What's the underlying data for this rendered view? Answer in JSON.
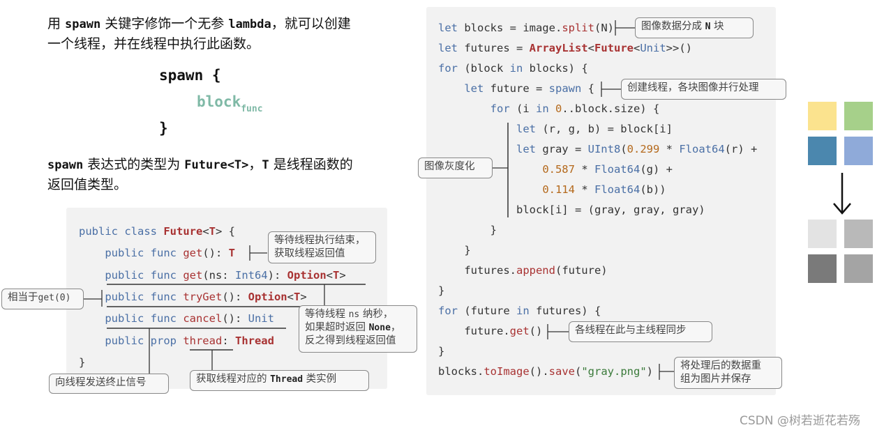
{
  "left": {
    "para1": {
      "prefix": "用 ",
      "code1": "spawn",
      "mid": " 关键字修饰一个无参 ",
      "code2": "lambda",
      "suffix": "，就可以创建",
      "line2": "一个线程，并在线程中执行此函数。"
    },
    "spawn_block": {
      "kw": "spawn {",
      "block": "block",
      "sub": "func",
      "close": "}"
    },
    "para2": {
      "code1": "spawn",
      "mid": " 表达式的类型为 ",
      "code2": "Future<T>",
      "sep": "，",
      "code3": "T",
      "suffix": " 是线程函数的",
      "line2": "返回值类型。"
    },
    "class_code": [
      [
        [
          "kw",
          "public class "
        ],
        [
          "typ",
          "Future"
        ],
        [
          "plain",
          "<"
        ],
        [
          "typ",
          "T"
        ],
        [
          "plain",
          "> {"
        ]
      ],
      [
        [
          "kw",
          "    public func "
        ],
        [
          "mth",
          "get"
        ],
        [
          "plain",
          "(): "
        ],
        [
          "typ",
          "T"
        ]
      ],
      [
        [
          "kw",
          "    public func "
        ],
        [
          "mth",
          "get"
        ],
        [
          "plain",
          "(ns: "
        ],
        [
          "bi",
          "Int64"
        ],
        [
          "plain",
          "): "
        ],
        [
          "typ",
          "Option"
        ],
        [
          "plain",
          "<"
        ],
        [
          "typ",
          "T"
        ],
        [
          "plain",
          ">"
        ]
      ],
      [
        [
          "kw",
          "    public func "
        ],
        [
          "mth",
          "tryGet"
        ],
        [
          "plain",
          "(): "
        ],
        [
          "typ",
          "Option"
        ],
        [
          "plain",
          "<"
        ],
        [
          "typ",
          "T"
        ],
        [
          "plain",
          ">"
        ]
      ],
      [
        [
          "kw",
          "    public func "
        ],
        [
          "mth",
          "cancel"
        ],
        [
          "plain",
          "(): "
        ],
        [
          "bi",
          "Unit"
        ]
      ],
      [
        [
          "kw",
          "    public prop "
        ],
        [
          "mth",
          "thread"
        ],
        [
          "plain",
          ": "
        ],
        [
          "typ",
          "Thread"
        ]
      ],
      [
        [
          "plain",
          "}"
        ]
      ]
    ],
    "notes": {
      "get": [
        "等待线程执行结束，",
        "获取线程返回值"
      ],
      "tryget_prefix": "相当于",
      "tryget_code": "get(0)",
      "get_ns_l1_pre": "等待线程 ",
      "get_ns_l1_code": "ns",
      "get_ns_l1_post": " 纳秒，",
      "get_ns_l2_pre": "如果超时返回 ",
      "get_ns_l2_code": "None",
      "get_ns_l2_post": "，",
      "get_ns_l3": "反之得到线程返回值",
      "cancel": "向线程发送终止信号",
      "thread_pre": "获取线程对应的 ",
      "thread_code": "Thread",
      "thread_post": " 类实例"
    }
  },
  "right": {
    "code": [
      [
        [
          "kw",
          "let "
        ],
        [
          "plain",
          "blocks = image."
        ],
        [
          "mth",
          "split"
        ],
        [
          "plain",
          "(N)"
        ]
      ],
      [
        [
          "kw",
          "let "
        ],
        [
          "plain",
          "futures = "
        ],
        [
          "typ",
          "ArrayList"
        ],
        [
          "plain",
          "<"
        ],
        [
          "typ",
          "Future"
        ],
        [
          "plain",
          "<"
        ],
        [
          "bi",
          "Unit"
        ],
        [
          "plain",
          ">>()"
        ]
      ],
      [
        [
          "kw",
          "for "
        ],
        [
          "plain",
          "(block "
        ],
        [
          "kw",
          "in"
        ],
        [
          "plain",
          " blocks) {"
        ]
      ],
      [
        [
          "kw",
          "    let "
        ],
        [
          "plain",
          "future = "
        ],
        [
          "kw",
          "spawn"
        ],
        [
          "plain",
          " {"
        ]
      ],
      [
        [
          "kw",
          "        for "
        ],
        [
          "plain",
          "(i "
        ],
        [
          "kw",
          "in "
        ],
        [
          "num",
          "0"
        ],
        [
          "plain",
          "..block.size) {"
        ]
      ],
      [
        [
          "kw",
          "            let "
        ],
        [
          "plain",
          "(r, g, b) = block[i]"
        ]
      ],
      [
        [
          "kw",
          "            let "
        ],
        [
          "plain",
          "gray = "
        ],
        [
          "bi",
          "UInt8"
        ],
        [
          "plain",
          "("
        ],
        [
          "num",
          "0.299"
        ],
        [
          "plain",
          " * "
        ],
        [
          "bi",
          "Float64"
        ],
        [
          "plain",
          "(r) +"
        ]
      ],
      [
        [
          "plain",
          "                "
        ],
        [
          "num",
          "0.587"
        ],
        [
          "plain",
          " * "
        ],
        [
          "bi",
          "Float64"
        ],
        [
          "plain",
          "(g) +"
        ]
      ],
      [
        [
          "plain",
          "                "
        ],
        [
          "num",
          "0.114"
        ],
        [
          "plain",
          " * "
        ],
        [
          "bi",
          "Float64"
        ],
        [
          "plain",
          "(b))"
        ]
      ],
      [
        [
          "plain",
          "            block[i] = (gray, gray, gray)"
        ]
      ],
      [
        [
          "plain",
          "        }"
        ]
      ],
      [
        [
          "plain",
          "    }"
        ]
      ],
      [
        [
          "plain",
          "    futures."
        ],
        [
          "mth",
          "append"
        ],
        [
          "plain",
          "(future)"
        ]
      ],
      [
        [
          "plain",
          "}"
        ]
      ],
      [
        [
          "kw",
          "for "
        ],
        [
          "plain",
          "(future "
        ],
        [
          "kw",
          "in"
        ],
        [
          "plain",
          " futures) {"
        ]
      ],
      [
        [
          "plain",
          "    future."
        ],
        [
          "mth",
          "get"
        ],
        [
          "plain",
          "()"
        ]
      ],
      [
        [
          "plain",
          "}"
        ]
      ],
      [
        [
          "plain",
          "blocks."
        ],
        [
          "mth",
          "toImage"
        ],
        [
          "plain",
          "()."
        ],
        [
          "mth",
          "save"
        ],
        [
          "plain",
          "("
        ],
        [
          "str",
          "\"gray.png\""
        ],
        [
          "plain",
          ")"
        ]
      ]
    ],
    "notes": {
      "split_pre": "图像数据分成 ",
      "split_code": "N",
      "split_post": " 块",
      "spawn": "创建线程，各块图像并行处理",
      "gray": "图像灰度化",
      "get": "各线程在此与主线程同步",
      "save": [
        "将处理后的数据重",
        "组为图片并保存"
      ]
    }
  },
  "colors": {
    "top": [
      "#fbe38e",
      "#a6d08a",
      "#4b87ae",
      "#8faad9"
    ],
    "bottom": [
      "#e3e3e3",
      "#b9b9b9",
      "#7a7a7a",
      "#a4a4a4"
    ],
    "arrow_icon": "down-arrow-icon"
  },
  "watermark": "CSDN @树若逝花若殇"
}
